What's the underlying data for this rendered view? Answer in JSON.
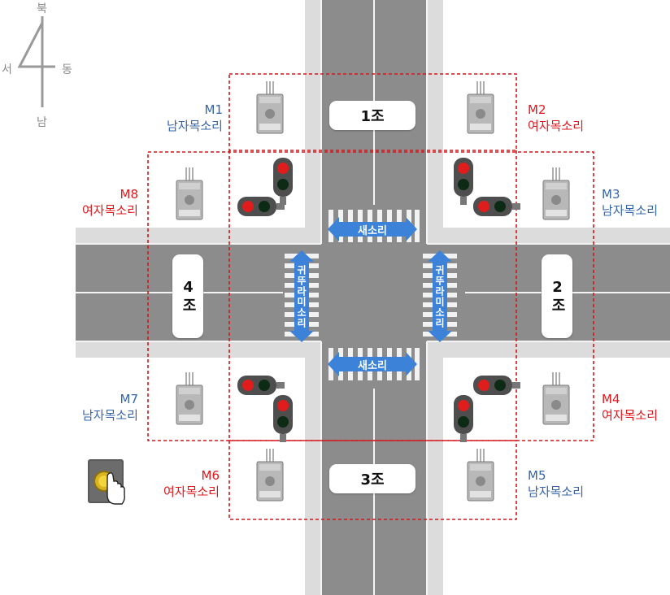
{
  "compass": {
    "north": "북",
    "south": "남",
    "west": "서",
    "east": "동"
  },
  "groups": {
    "g1": "1조",
    "g2": "2조",
    "g3": "3조",
    "g4": "4조"
  },
  "sounds": {
    "top": "새소리",
    "bottom": "새소리",
    "left": "귀뚜라미소리",
    "right": "귀뚜라미소리"
  },
  "modules": {
    "m1": {
      "id": "M1",
      "desc": "남자목소리",
      "color": "#3565a8"
    },
    "m2": {
      "id": "M2",
      "desc": "여자목소리",
      "color": "#e3161b"
    },
    "m3": {
      "id": "M3",
      "desc": "남자목소리",
      "color": "#3565a8"
    },
    "m4": {
      "id": "M4",
      "desc": "여자목소리",
      "color": "#e3161b"
    },
    "m5": {
      "id": "M5",
      "desc": "남자목소리",
      "color": "#3565a8"
    },
    "m6": {
      "id": "M6",
      "desc": "여자목소리",
      "color": "#e3161b"
    },
    "m7": {
      "id": "M7",
      "desc": "남자목소리",
      "color": "#3565a8"
    },
    "m8": {
      "id": "M8",
      "desc": "여자목소리",
      "color": "#e3161b"
    }
  },
  "icons": {
    "push_button": "hand-press-button-icon",
    "speaker": "speaker-device-icon",
    "signal": "traffic-light-icon"
  },
  "colors": {
    "road": "#8c8c8c",
    "sidewalk": "#dcdcdc",
    "curb": "#f4f4f4",
    "dashed_box": "#d3161b",
    "arrow": "#3b82d8"
  }
}
